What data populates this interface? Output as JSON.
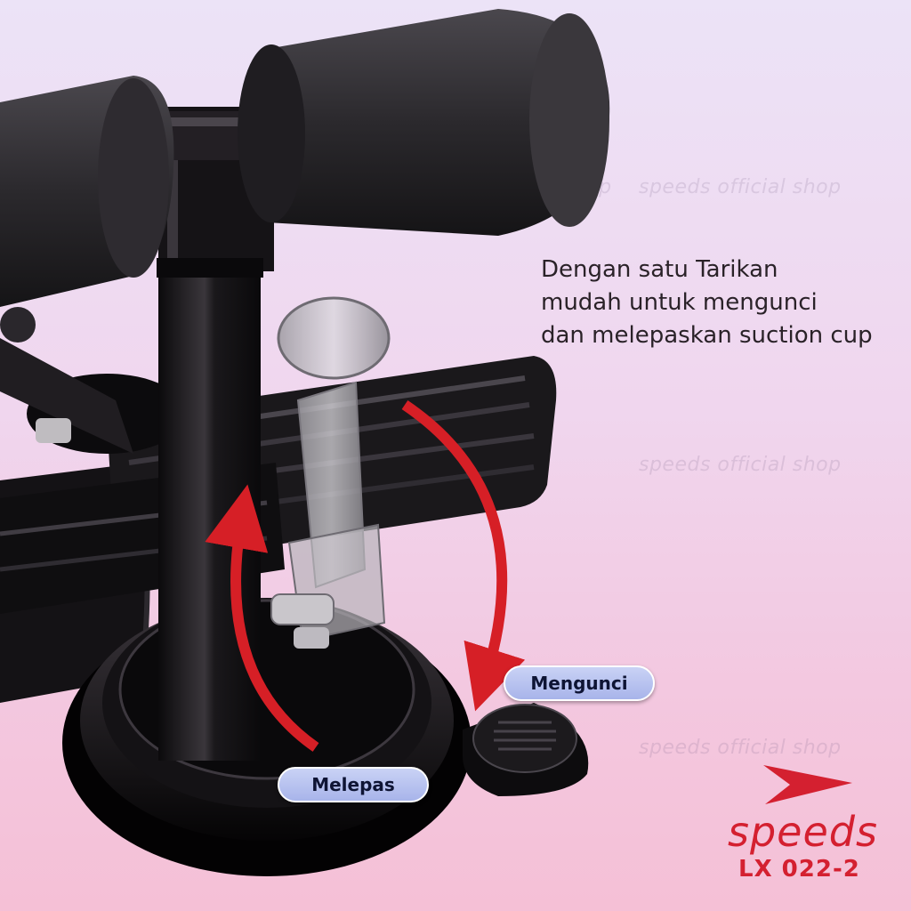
{
  "watermark": "speeds official shop",
  "caption": {
    "line1": "Dengan satu Tarikan",
    "line2": "mudah untuk mengunci",
    "line3": "dan melepaskan suction cup"
  },
  "labels": {
    "lock": "Mengunci",
    "release": "Melepas"
  },
  "brand": {
    "name": "speeds",
    "model": "LX 022-2",
    "color": "#d42030"
  },
  "colors": {
    "arrow": "#d61f26",
    "pill": "#b3bdee"
  }
}
